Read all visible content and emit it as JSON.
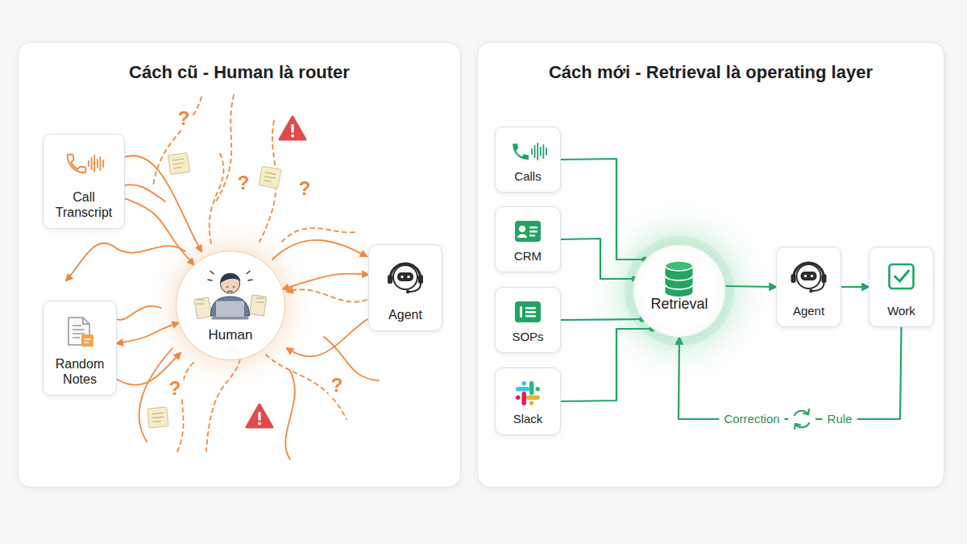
{
  "diagram": {
    "nodes": [
      {
        "text": [
          "Cách cũ - Human là router"
        ]
      },
      {
        "text": [
          "Call Transcript"
        ],
        "in": 0
      },
      {
        "text": [
          "Random Notes"
        ],
        "in": 0
      },
      {
        "text": [
          "Human"
        ],
        "in": 0
      },
      {
        "text": [
          "Agent"
        ],
        "in": 0
      },
      {
        "text": [
          "Cách mới - Retrieval là operating layer"
        ]
      },
      {
        "text": [
          "Calls"
        ],
        "in": 5
      },
      {
        "text": [
          "CRM"
        ],
        "in": 5
      },
      {
        "text": [
          "SOPs"
        ],
        "in": 5
      },
      {
        "text": [
          "Slack"
        ],
        "in": 5
      },
      {
        "text": [
          "Retrieval"
        ],
        "in": 5
      },
      {
        "text": [
          "Agent"
        ],
        "in": 5
      },
      {
        "text": [
          "Work"
        ],
        "in": 5
      }
    ],
    "edges": [
      {
        "from": 1,
        "to": 3,
        "arrow": "to"
      },
      {
        "from": 2,
        "to": 3,
        "arrow": "both"
      },
      {
        "from": 4,
        "to": 3,
        "arrow": "both"
      },
      {
        "from": 6,
        "to": 10,
        "arrow": "none"
      },
      {
        "from": 7,
        "to": 10,
        "arrow": "none"
      },
      {
        "from": 8,
        "to": 10,
        "arrow": "none"
      },
      {
        "from": 9,
        "to": 10,
        "arrow": "none"
      },
      {
        "from": 10,
        "to": 11,
        "arrow": "to"
      },
      {
        "from": 11,
        "to": 12,
        "arrow": "to"
      },
      {
        "from": 12,
        "to": 10,
        "arrow": "to"
      }
    ],
    "labels": [
      "?",
      "?",
      "?",
      "?",
      "?",
      "Correction",
      "Rule"
    ]
  }
}
